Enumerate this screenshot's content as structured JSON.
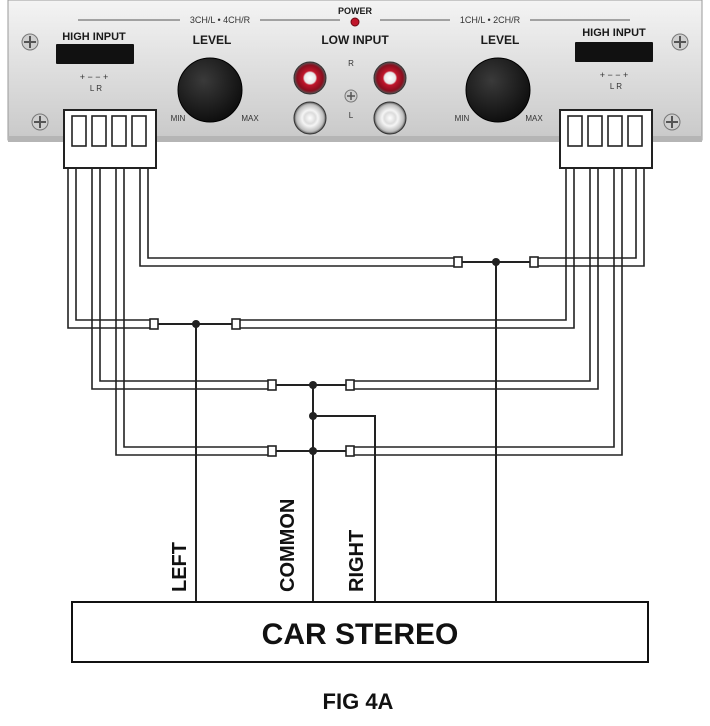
{
  "amplifier_panel": {
    "left_channel_label": "3CH/L • 4CH/R",
    "right_channel_label": "1CH/L • 2CH/R",
    "power_label": "POWER",
    "low_input_label": "LOW INPUT",
    "left_high_input_label": "HIGH INPUT",
    "right_high_input_label": "HIGH INPUT",
    "left_level_label": "LEVEL",
    "right_level_label": "LEVEL",
    "min_label": "MIN",
    "max_label": "MAX",
    "rca_r_label": "R",
    "rca_l_label": "L",
    "polarity_marks": "+  −  −  +",
    "lr_marks": "L     R"
  },
  "wire_labels": {
    "left": "LEFT",
    "common": "COMMON",
    "right": "RIGHT"
  },
  "car_stereo_label": "CAR STEREO",
  "figure_caption": "FIG 4A",
  "colors": {
    "panel_bg": "#e6e6e6",
    "knob": "#1a1a1a",
    "rca_red": "#c0162b",
    "power_led": "#c0162b",
    "line": "#222222"
  }
}
